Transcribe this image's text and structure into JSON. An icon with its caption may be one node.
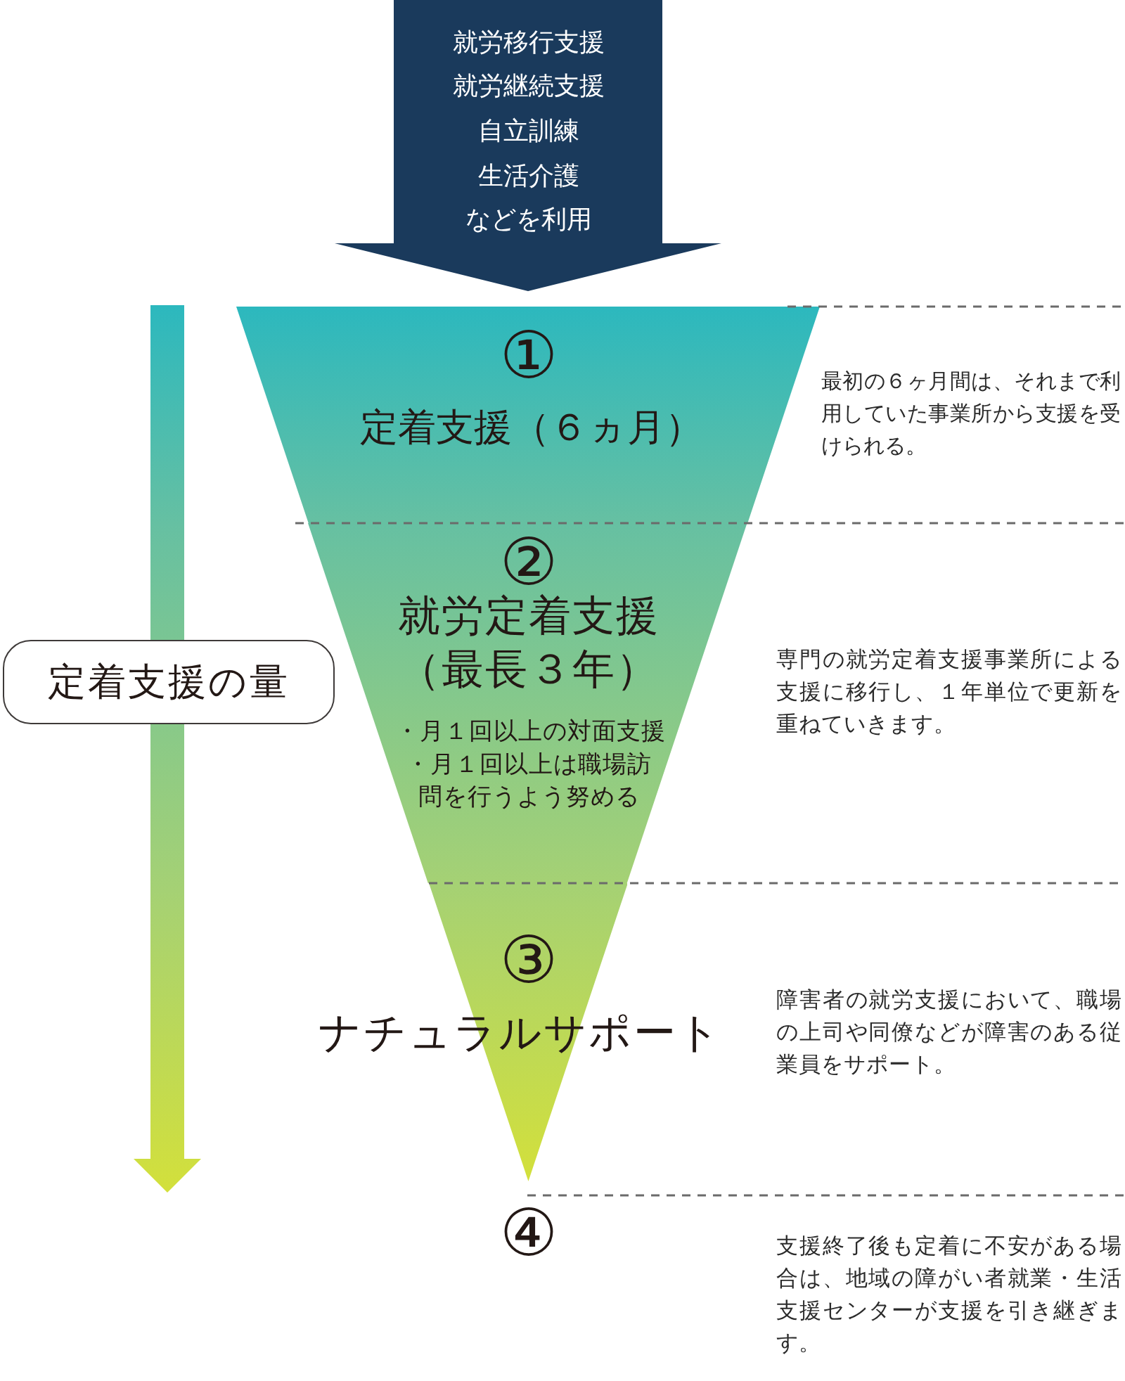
{
  "diagram": {
    "nodes": [
      {
        "text": [
          "就労移行支援",
          "就労継続支援",
          "自立訓練",
          "生活介護",
          "などを利用"
        ]
      },
      {
        "text": [
          "①",
          "定着支援（６ヵ月）"
        ],
        "beside": [
          "最初の６ヶ月間は、それまで利用していた事業所から支援を受けられる。"
        ]
      },
      {
        "text": [
          "②",
          "就労定着支援（最長３年）",
          "・月１回以上の対面支援",
          "・月１回以上は職場訪問を行うよう努める"
        ],
        "beside": [
          "専門の就労定着支援事業所による支援に移行し、１年単位で更新を重ねていきます。"
        ]
      },
      {
        "text": [
          "③",
          "ナチュラルサポート"
        ]
      },
      {
        "text": [
          "定着支援の量"
        ]
      }
    ],
    "labels": [
      "障害者の就労支援において、職場の上司や同僚などが障害のある従業員をサポート。",
      "④",
      "支援終了後も定着に不安がある場合は、地域の障がい者就業・生活支援センターが支援を引き継ぎます。"
    ]
  }
}
